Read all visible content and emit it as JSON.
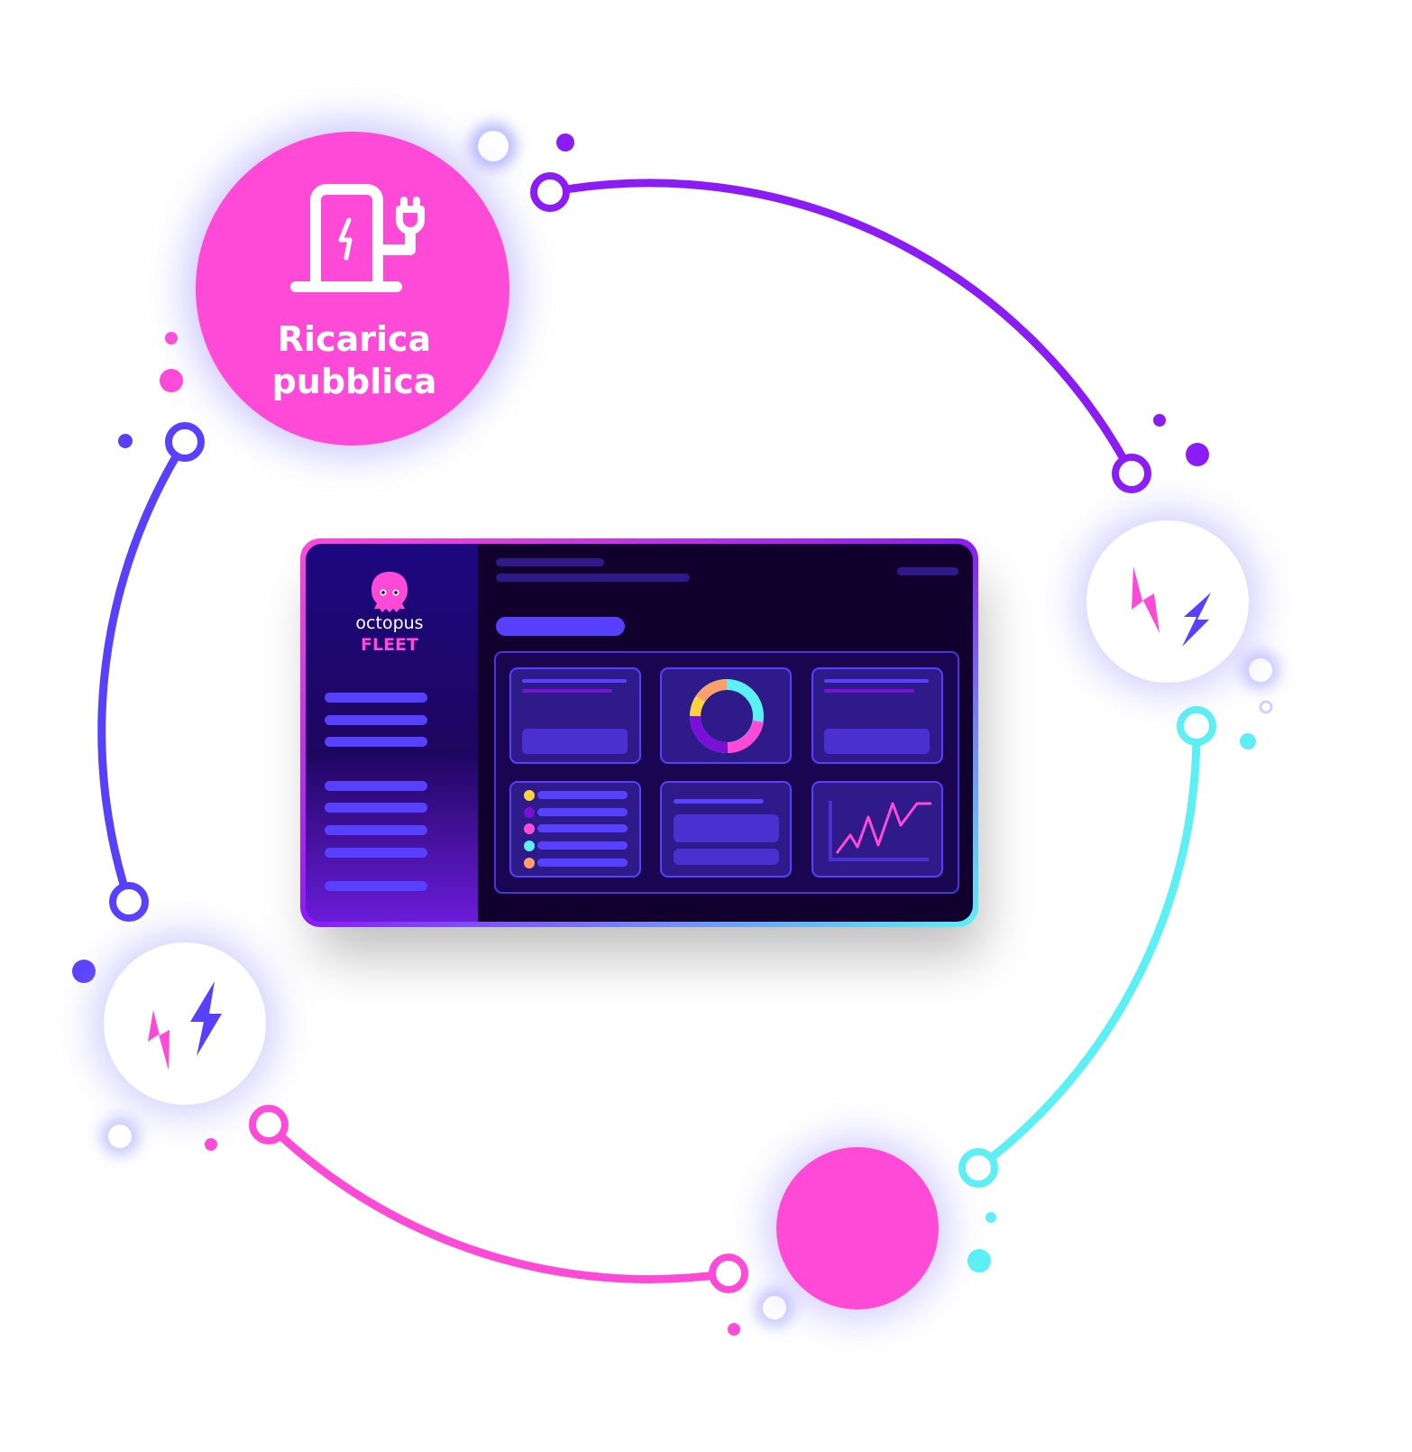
{
  "hub": {
    "label_line1": "Ricarica",
    "label_line2": "pubblica",
    "icon": "ev-charger-icon"
  },
  "dashboard": {
    "brand_name": "octopus",
    "brand_product": "FLEET",
    "logo_icon": "octopus-logo-icon"
  },
  "colors": {
    "pink": "#FF4AD8",
    "purple": "#8B1CF5",
    "indigo": "#5840FF",
    "cyan": "#5CF0F5",
    "dark": "#11002E",
    "sidebar": "#1C0880"
  }
}
